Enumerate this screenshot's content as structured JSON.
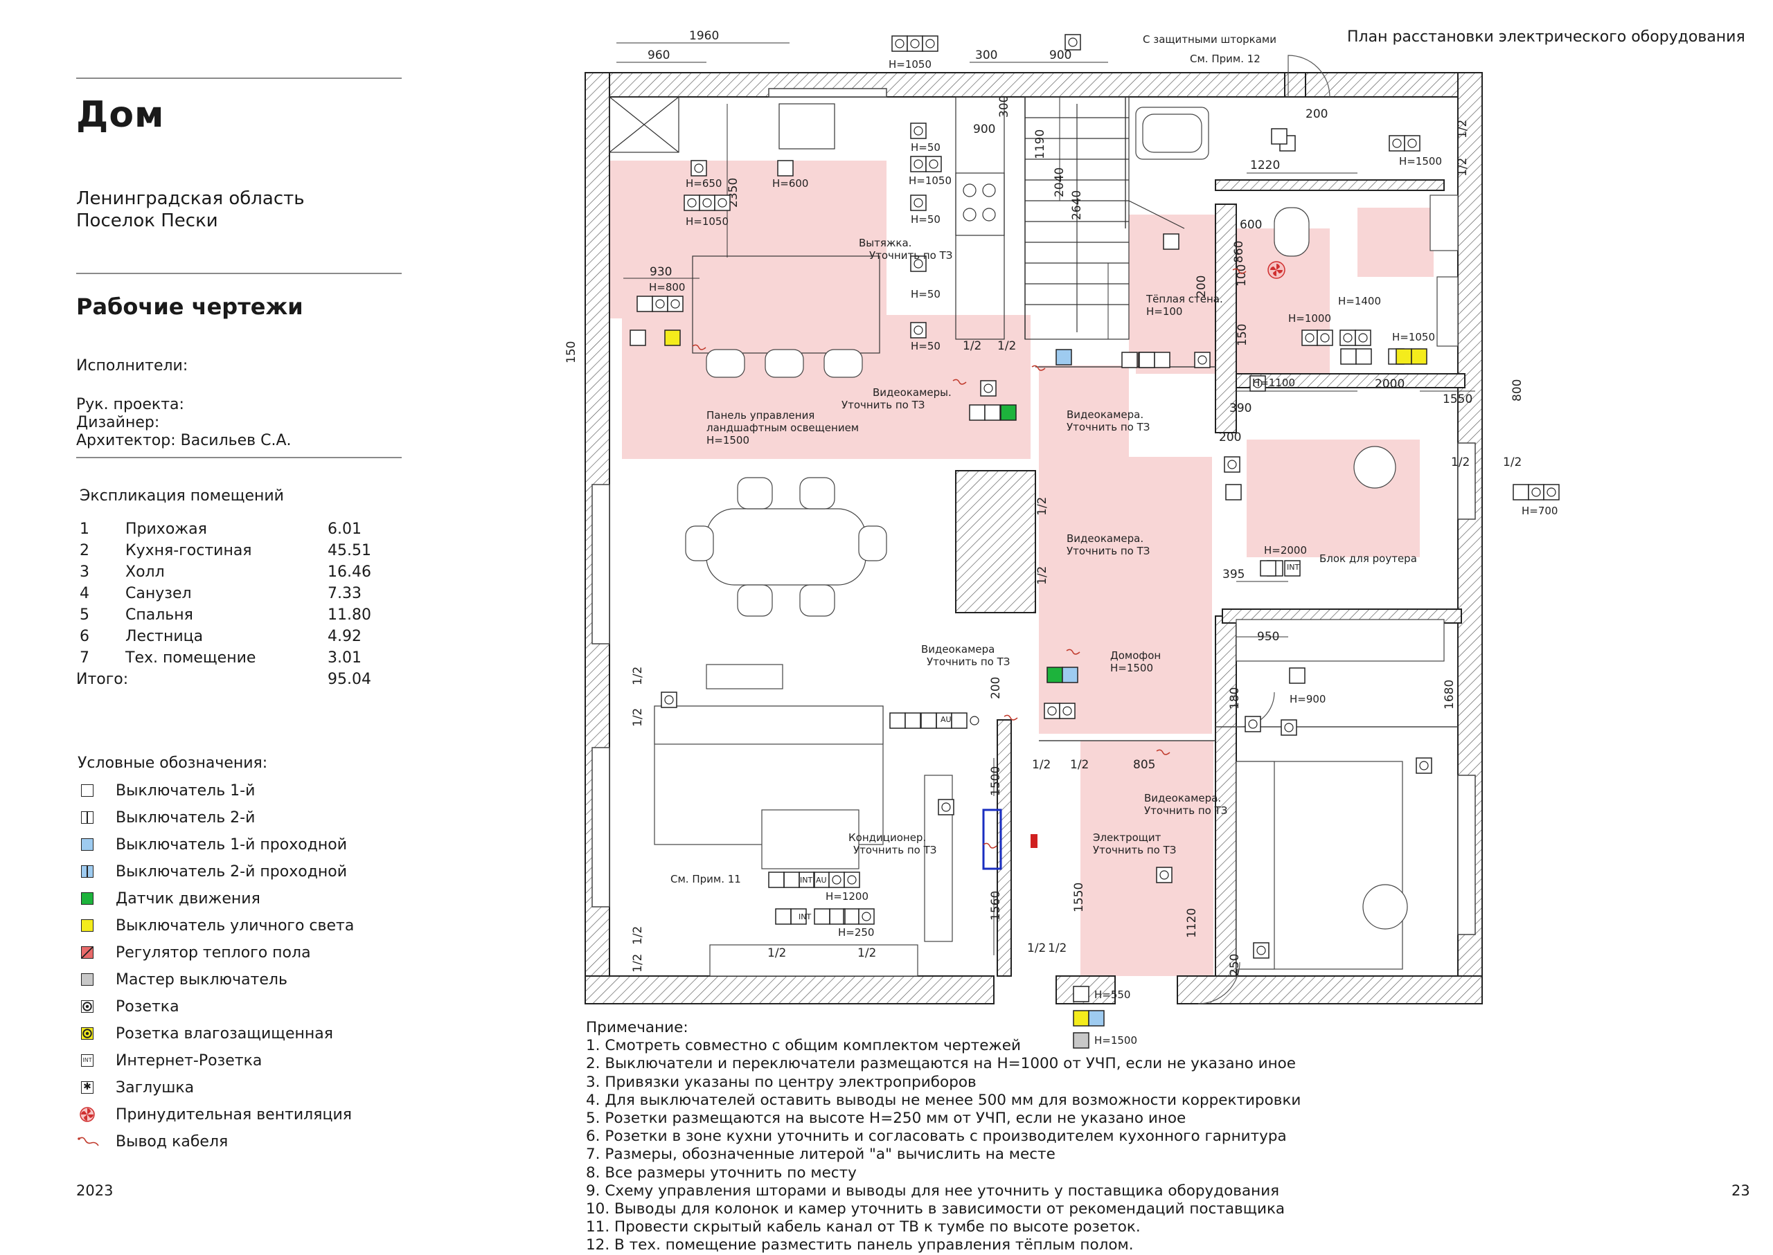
{
  "header": {
    "title": "Дом",
    "region": "Ленинградская область",
    "settlement": "Поселок Пески",
    "section": "Рабочие чертежи"
  },
  "team": {
    "heading": "Исполнители:",
    "lead": "Рук. проекта:",
    "designer": "Дизайнер:",
    "architect": "Архитектор: Васильев С.А."
  },
  "explication": {
    "heading": "Экспликация  помещений",
    "rooms": [
      {
        "num": "1",
        "name": "Прихожая",
        "area": "6.01"
      },
      {
        "num": "2",
        "name": "Кухня-гостиная",
        "area": "45.51"
      },
      {
        "num": "3",
        "name": "Холл",
        "area": "16.46"
      },
      {
        "num": "4",
        "name": "Санузел",
        "area": "7.33"
      },
      {
        "num": "5",
        "name": "Спальня",
        "area": "11.80"
      },
      {
        "num": "6",
        "name": "Лестница",
        "area": "4.92"
      },
      {
        "num": "7",
        "name": "Тех. помещение",
        "area": "3.01"
      }
    ],
    "total_label": "Итого:",
    "total": "95.04"
  },
  "legend": {
    "heading": "Условные обозначения:",
    "items": [
      {
        "label": "Выключатель 1-й",
        "symbol": "switch-1",
        "color": "#ffffff"
      },
      {
        "label": "Выключатель 2-й",
        "symbol": "switch-2",
        "color": "#ffffff"
      },
      {
        "label": "Выключатель 1-й проходной",
        "symbol": "pass-switch-1",
        "color": "#9ecbf0"
      },
      {
        "label": "Выключатель 2-й проходной",
        "symbol": "pass-switch-2",
        "color": "#9ecbf0"
      },
      {
        "label": "Датчик движения",
        "symbol": "motion-sensor",
        "color": "#1db33c"
      },
      {
        "label": "Выключатель уличного света",
        "symbol": "outdoor-switch",
        "color": "#f4ec1c"
      },
      {
        "label": "Регулятор теплого пола",
        "symbol": "floor-heating",
        "color": "#e86a6a"
      },
      {
        "label": "Мастер выключатель",
        "symbol": "master-switch",
        "color": "#c8c8c8"
      },
      {
        "label": "Розетка",
        "symbol": "socket",
        "color": "#ffffff"
      },
      {
        "label": "Розетка влагозащищенная",
        "symbol": "socket-wet",
        "color": "#f4ec1c"
      },
      {
        "label": "Интернет-Розетка",
        "symbol": "internet-socket",
        "color": "#ffffff"
      },
      {
        "label": "Заглушка",
        "symbol": "blank-plate",
        "color": "#ffffff"
      },
      {
        "label": "Принудительная вентиляция",
        "symbol": "ventilation",
        "color": "#e85050"
      },
      {
        "label": "Вывод кабеля",
        "symbol": "cable-outlet",
        "color": "#c0392b"
      }
    ]
  },
  "plan": {
    "title": "План расстановки электрического оборудования",
    "labels": {
      "shutters": "С защитными шторками",
      "see12": "См. Прим. 12",
      "hood": "Вытяжка.",
      "verify": "Уточнить по ТЗ",
      "cams": "Видеокамеры.",
      "cam": "Видеокамера.",
      "landscape1": "Панель управления",
      "landscape2": "ландшафтным освещением",
      "warm_wall": "Тёплая стена.",
      "router": "Блок для роутера",
      "intercom": "Домофон",
      "ac": "Кондиционер.",
      "shield": "Электрощит",
      "see11": "См. Прим. 11",
      "cam2": "Видеокамера",
      "int": "INT",
      "au": "AU"
    },
    "heights": {
      "h1050": "H=1050",
      "h50": "H=50",
      "h650": "H=650",
      "h600": "H=600",
      "h800": "H=800",
      "h1500": "H=1500",
      "h100": "H=100",
      "h1000": "H=1000",
      "h1400": "H=1400",
      "h1100": "H=1100",
      "h700": "H=700",
      "h2000": "H=2000",
      "h900": "H=900",
      "h1200": "H=1200",
      "h250": "H=250",
      "h550": "H=550"
    },
    "dims": {
      "d1960": "1960",
      "d960": "960",
      "d300": "300",
      "d900": "900",
      "d200": "200",
      "d1190": "1190",
      "d2040": "2040",
      "d2640": "2640",
      "d2350": "2350",
      "d930": "930",
      "d150": "150",
      "d1220": "1220",
      "d860": "860",
      "d100": "100",
      "d2000": "2000",
      "d1550": "1550",
      "d800": "800",
      "d390": "390",
      "d395": "395",
      "d950": "950",
      "d180": "180",
      "d1680": "1680",
      "d805": "805",
      "d1500": "1500",
      "d1560": "1560",
      "d1120": "1120",
      "d250": "250",
      "d600": "600",
      "half": "1/2"
    }
  },
  "notes": {
    "heading": "Примечание:",
    "items": [
      "1. Смотреть совместно с общим комплектом чертежей",
      "2. Выключатели и переключатели размещаются на Н=1000 от УЧП, если не указано иное",
      "3. Привязки указаны по центру электроприборов",
      "4. Для выключателей оставить выводы не менее 500 мм для возможности корректировки",
      "5. Розетки размещаются на высоте Н=250 мм от УЧП, если не указано иное",
      "6. Розетки в зоне кухни уточнить и согласовать с производителем кухонного гарнитура",
      "7. Размеры, обозначенные литерой \"а\" вычислить на месте",
      "8. Все размеры уточнить по месту",
      "9. Схему управления шторами и выводы для нее уточнить у поставщика оборудования",
      "10. Выводы для колонок и камер уточнить в зависимости от рекомендаций поставщика",
      "11. Провести скрытый кабель канал от ТВ к тумбе по высоте розеток.",
      "12. В тех. помещение разместить панель управления тёплым полом."
    ]
  },
  "footer": {
    "year": "2023",
    "page": "23"
  }
}
